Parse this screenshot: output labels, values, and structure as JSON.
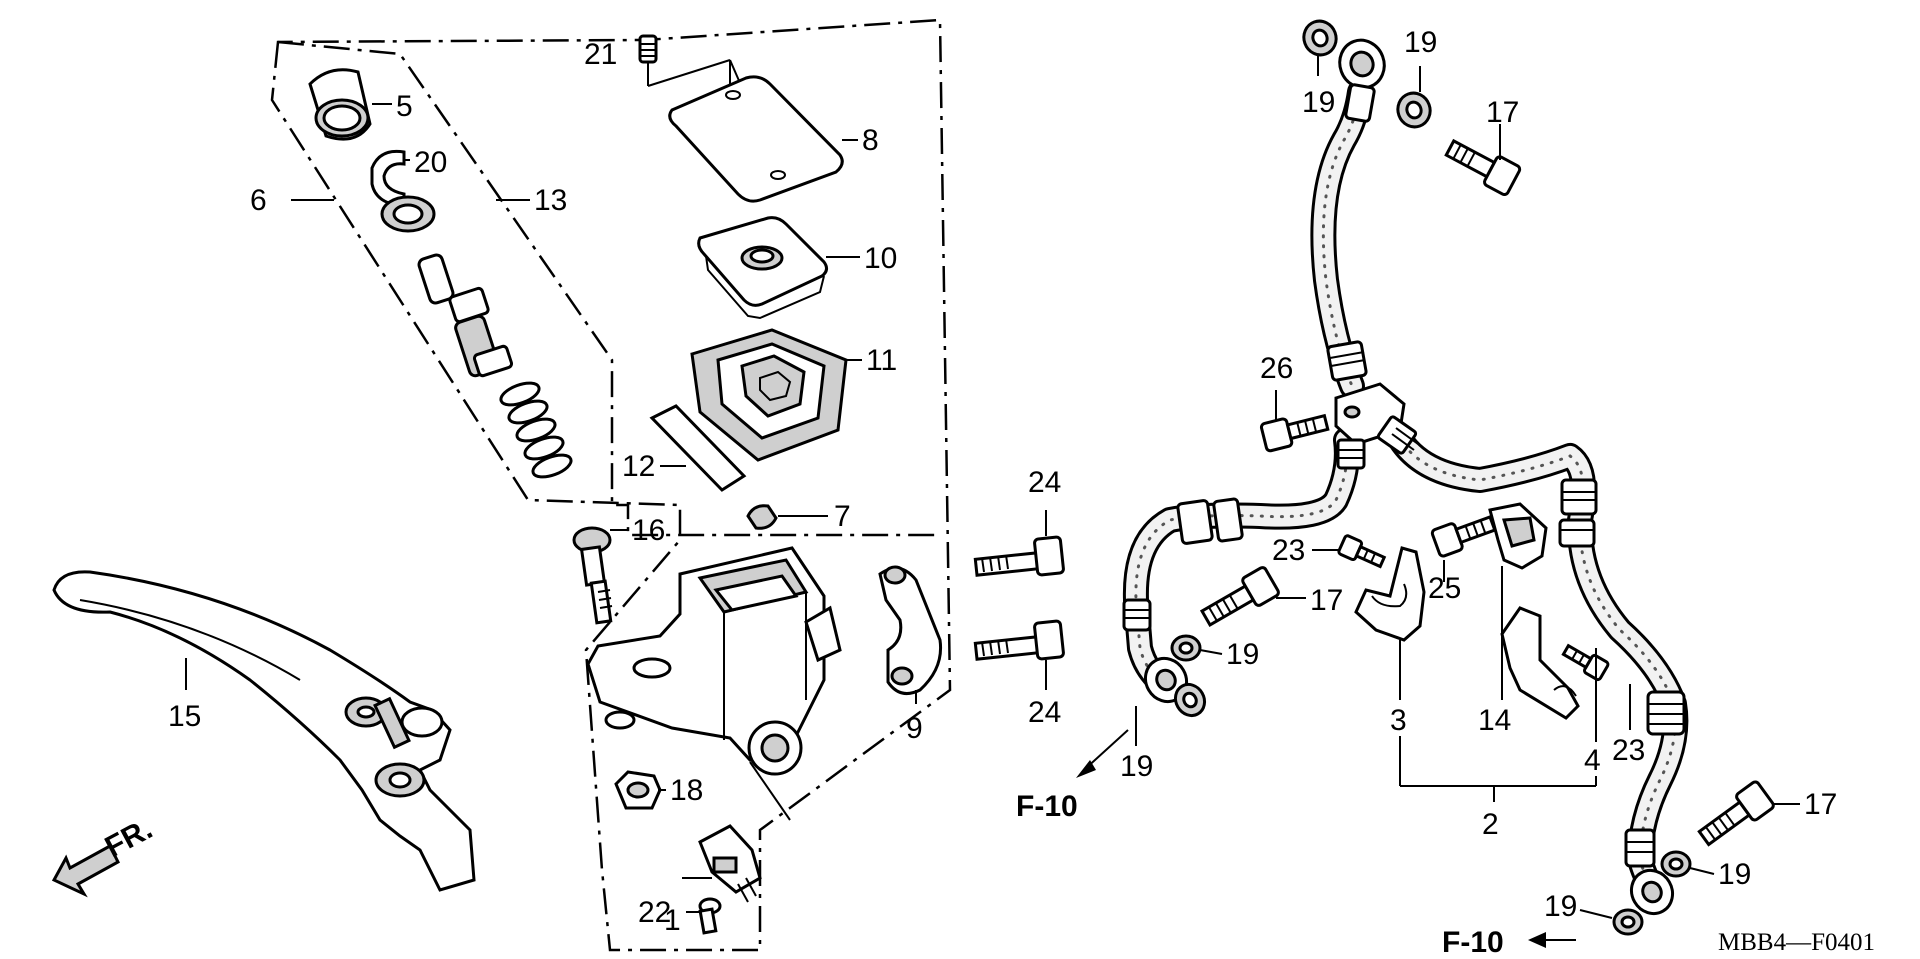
{
  "diagram": {
    "code": "MBB4—F0401",
    "direction_label": "FR.",
    "references": {
      "left": "F-10",
      "right": "F-10"
    },
    "callouts": {
      "c1": "1",
      "c2": "2",
      "c3": "3",
      "c4": "4",
      "c5": "5",
      "c6": "6",
      "c7": "7",
      "c8": "8",
      "c9": "9",
      "c10": "10",
      "c11": "11",
      "c12": "12",
      "c13": "13",
      "c14": "14",
      "c15": "15",
      "c16": "16",
      "c17a": "17",
      "c17b": "17",
      "c17c": "17",
      "c18": "18",
      "c19a": "19",
      "c19b": "19",
      "c19c": "19",
      "c19d": "19",
      "c19e": "19",
      "c19f": "19",
      "c20": "20",
      "c21": "21",
      "c22": "22",
      "c23a": "23",
      "c23b": "23",
      "c24a": "24",
      "c24b": "24",
      "c25": "25",
      "c26": "26"
    }
  }
}
